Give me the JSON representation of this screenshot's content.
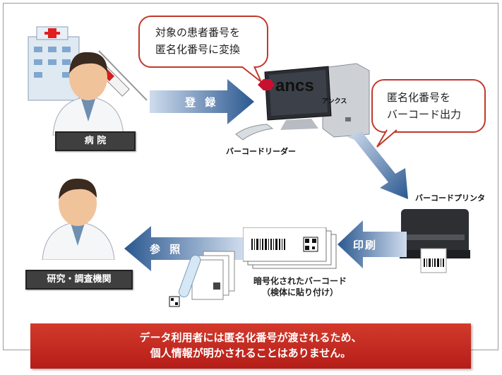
{
  "bubbles": {
    "top_line1": "対象の患者番号を",
    "top_line2": "匿名化番号に変換",
    "right_line1": "匿名化番号を",
    "right_line2": "バーコード出力"
  },
  "arrows": {
    "register": "登 録",
    "print": "印刷",
    "reference": "参 照"
  },
  "labels": {
    "hospital": "病 院",
    "research": "研究・調査機関",
    "reader": "バーコードリーダー",
    "printer": "バーコードプリンタ",
    "logo": "ancs",
    "logo_sub": "アンクス",
    "encrypted_line1": "暗号化されたバーコード",
    "encrypted_line2": "（検体に貼り付け）"
  },
  "banner": {
    "line1": "データ利用者には匿名化番号が渡されるため、",
    "line2": "個人情報が明かされることはありません。"
  },
  "colors": {
    "accent_red": "#c0392b",
    "arrow_blue": "#2f5d95",
    "label_dark": "#3f3f3f"
  }
}
